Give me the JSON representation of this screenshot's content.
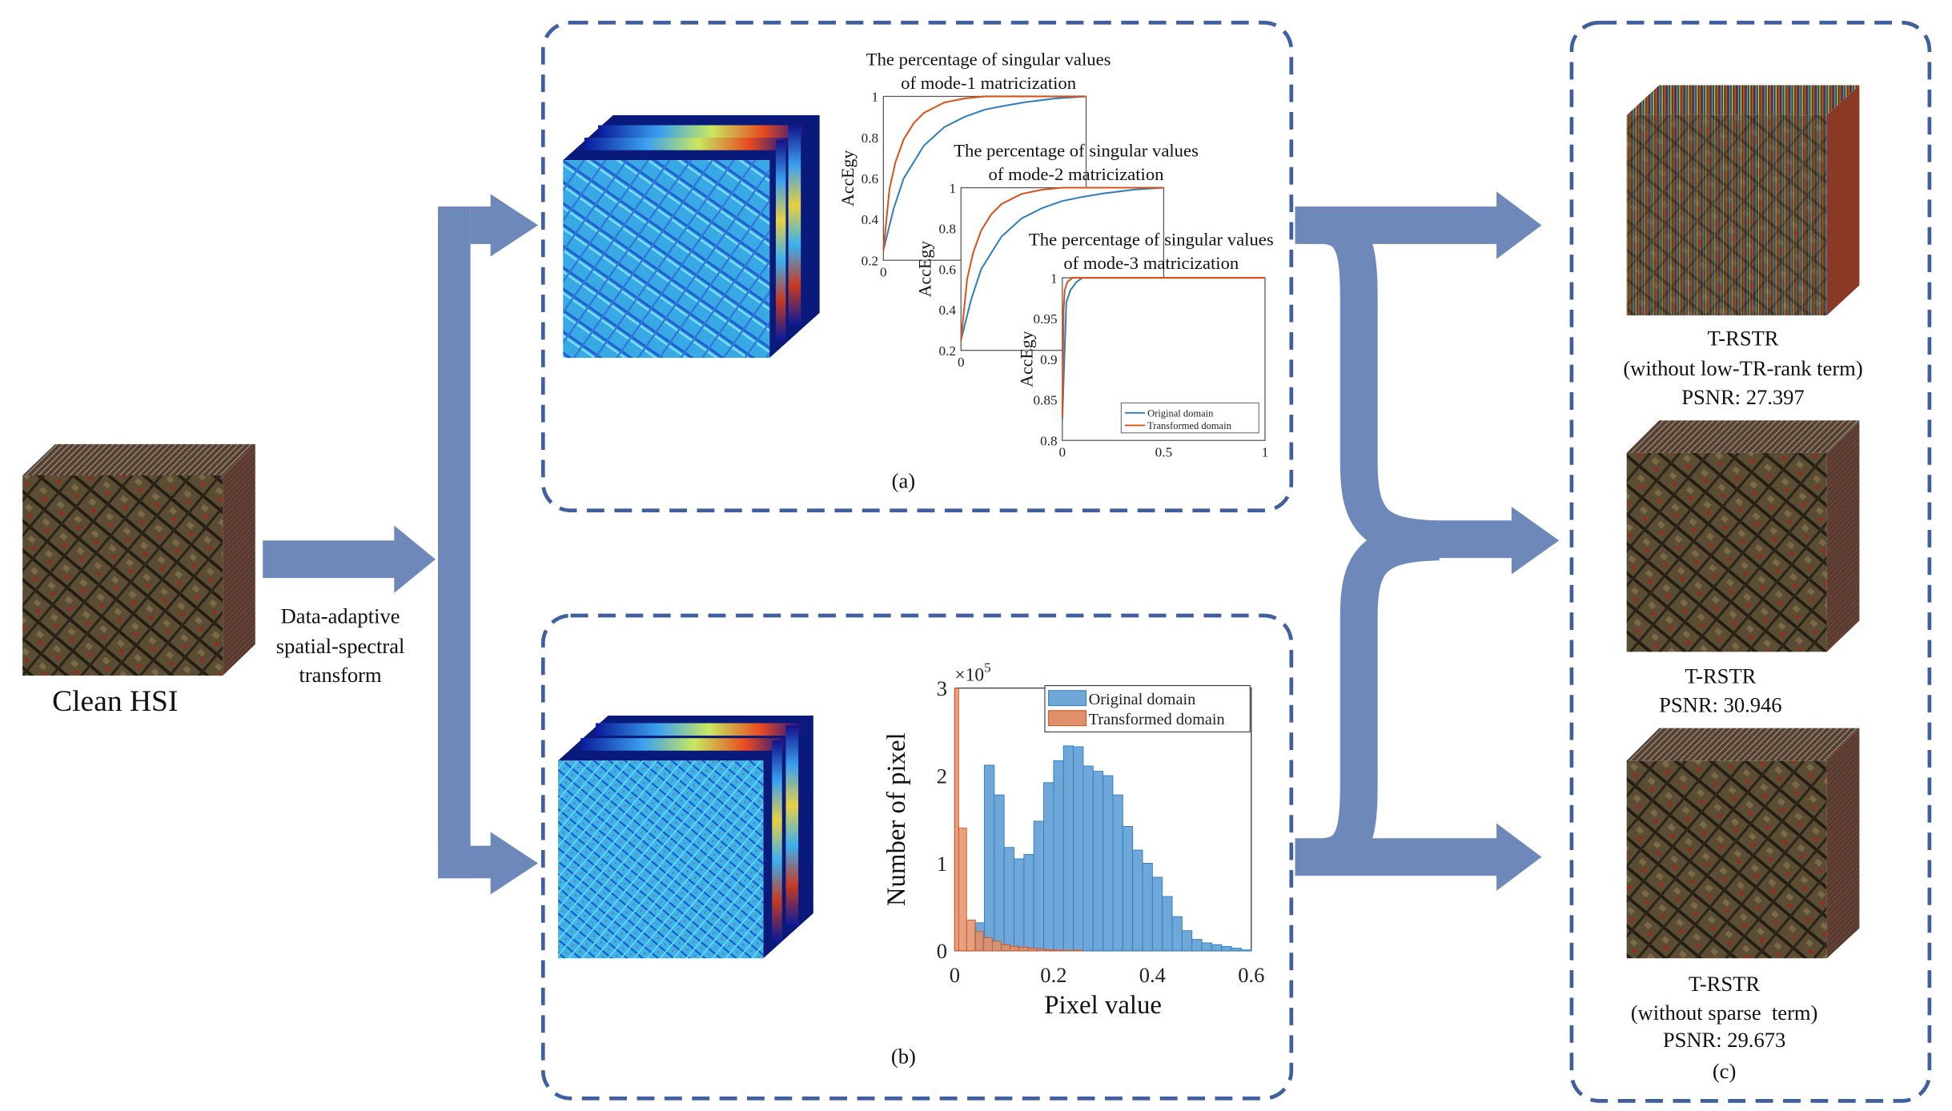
{
  "left": {
    "input_label": "Clean HSI",
    "transform_label": [
      "Data-adaptive",
      "spatial-spectral",
      "transform"
    ]
  },
  "panel_a": {
    "label": "(a)"
  },
  "panel_b": {
    "label": "(b)"
  },
  "panel_c": {
    "label": "(c)",
    "results": [
      {
        "name": "T-RSTR",
        "variant": "(without low-TR-rank term)",
        "psnr": "PSNR: 27.397"
      },
      {
        "name": "T-RSTR",
        "psnr": "PSNR: 30.946"
      },
      {
        "name": "T-RSTR",
        "variant": "(without sparse  term)",
        "psnr": "PSNR: 29.673"
      }
    ]
  },
  "colors": {
    "arrow": "#6f88ba",
    "dashed_border": "#3f5f9e",
    "original": "#2f7fc1",
    "transformed": "#d95319",
    "hist_original_fill": "#6fa8d8",
    "hist_transformed_fill": "#e0906a"
  },
  "chart_data": [
    {
      "type": "line",
      "title": [
        "The percentage of singular values",
        "of mode-1 matricization"
      ],
      "ylabel": "AccEgy",
      "ylim": [
        0.2,
        1
      ],
      "yticks": [
        "1",
        "0.8",
        "0.6",
        "0.4",
        "0.2"
      ],
      "xticks": [
        "0"
      ],
      "xlim": [
        0,
        1
      ],
      "series": [
        {
          "name": "Original domain",
          "x": [
            0,
            0.05,
            0.1,
            0.2,
            0.3,
            0.4,
            0.5,
            0.6,
            0.7,
            0.85,
            1
          ],
          "y": [
            0.25,
            0.45,
            0.6,
            0.76,
            0.85,
            0.9,
            0.935,
            0.955,
            0.972,
            0.99,
            1
          ]
        },
        {
          "name": "Transformed domain",
          "x": [
            0,
            0.03,
            0.06,
            0.1,
            0.15,
            0.2,
            0.3,
            0.4,
            0.5,
            1
          ],
          "y": [
            0.25,
            0.55,
            0.68,
            0.79,
            0.87,
            0.92,
            0.97,
            0.99,
            1,
            1
          ]
        }
      ]
    },
    {
      "type": "line",
      "title": [
        "The percentage of singular values",
        "of mode-2 matricization"
      ],
      "ylabel": "AccEgy",
      "ylim": [
        0.2,
        1
      ],
      "yticks": [
        "1",
        "0.8",
        "0.6",
        "0.4",
        "0.2"
      ],
      "xticks": [
        "0"
      ],
      "xlim": [
        0,
        1
      ],
      "series": [
        {
          "name": "Original domain",
          "x": [
            0,
            0.05,
            0.1,
            0.2,
            0.3,
            0.4,
            0.5,
            0.6,
            0.7,
            0.85,
            1
          ],
          "y": [
            0.25,
            0.45,
            0.6,
            0.76,
            0.85,
            0.9,
            0.935,
            0.955,
            0.972,
            0.99,
            1
          ]
        },
        {
          "name": "Transformed domain",
          "x": [
            0,
            0.03,
            0.06,
            0.1,
            0.15,
            0.2,
            0.3,
            0.4,
            0.5,
            1
          ],
          "y": [
            0.25,
            0.55,
            0.68,
            0.79,
            0.87,
            0.92,
            0.97,
            0.99,
            1,
            1
          ]
        }
      ]
    },
    {
      "type": "line",
      "title": [
        "The percentage of singular values",
        "of mode-3 matricization"
      ],
      "ylabel": "AccEgy",
      "ylim": [
        0.8,
        1
      ],
      "yticks": [
        "1",
        "0.95",
        "0.9",
        "0.85",
        "0.8"
      ],
      "xticks": [
        "0",
        "0.5",
        "1"
      ],
      "xlim": [
        0,
        1
      ],
      "legend": [
        "Original domain",
        "Transformed domain"
      ],
      "legend_position": "bottom-right",
      "series": [
        {
          "name": "Original domain",
          "x": [
            0,
            0.01,
            0.02,
            0.04,
            0.07,
            0.1,
            1
          ],
          "y": [
            0.826,
            0.9,
            0.97,
            0.985,
            0.995,
            1,
            1
          ]
        },
        {
          "name": "Transformed domain",
          "x": [
            0,
            0.006,
            0.012,
            0.025,
            0.05,
            1
          ],
          "y": [
            0.83,
            0.96,
            0.985,
            0.995,
            1,
            1
          ]
        }
      ]
    },
    {
      "type": "bar",
      "subtype": "histogram",
      "xlabel": "Pixel value",
      "ylabel": "Number of pixel",
      "y_multiplier": "×10",
      "y_multiplier_exp": "5",
      "xlim": [
        0,
        0.6
      ],
      "ylim": [
        0,
        3
      ],
      "xticks": [
        "0",
        "0.2",
        "0.4",
        "0.6"
      ],
      "yticks": [
        "0",
        "1",
        "2",
        "3"
      ],
      "legend": [
        "Original domain",
        "Transformed domain"
      ],
      "legend_position": "top-right",
      "series": [
        {
          "name": "Original domain",
          "bin_start": 0.04,
          "bin_width": 0.02,
          "values": [
            0.32,
            2.12,
            1.78,
            1.18,
            1.05,
            1.1,
            1.48,
            1.92,
            2.17,
            2.34,
            2.33,
            2.11,
            2.05,
            2.0,
            1.78,
            1.42,
            1.15,
            1.0,
            0.84,
            0.62,
            0.39,
            0.23,
            0.13,
            0.09,
            0.07,
            0.05,
            0.03,
            0.01
          ]
        },
        {
          "name": "Transformed domain",
          "bin_edges": [
            0,
            0.008,
            0.024,
            0.042,
            0.058,
            0.076,
            0.094,
            0.112,
            0.13,
            0.148,
            0.166,
            0.184,
            0.21,
            0.26
          ],
          "values": [
            3.0,
            1.4,
            0.35,
            0.22,
            0.15,
            0.11,
            0.07,
            0.05,
            0.04,
            0.03,
            0.02,
            0.01,
            0.005
          ]
        }
      ]
    }
  ]
}
